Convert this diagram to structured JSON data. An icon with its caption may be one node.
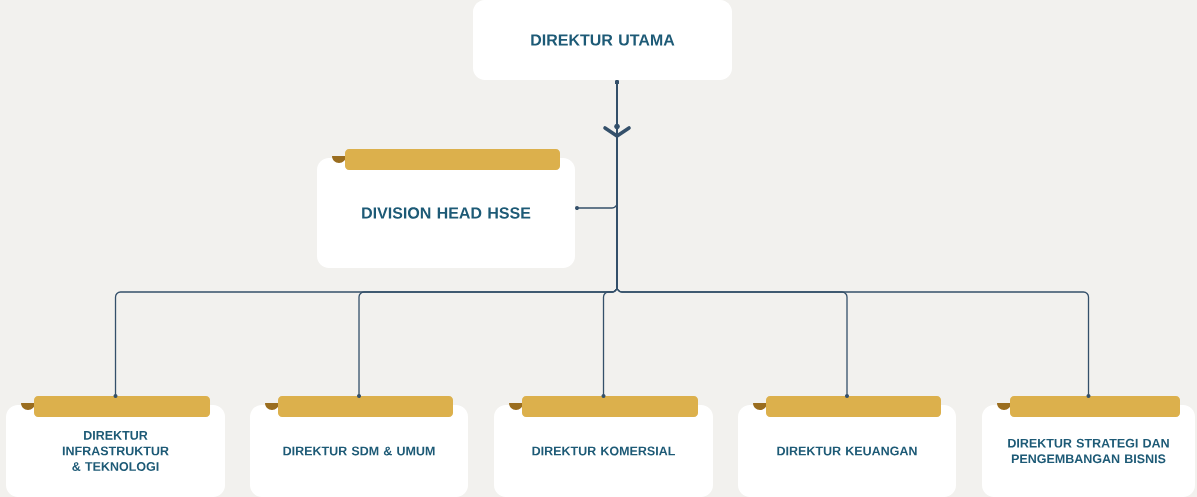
{
  "diagram": {
    "nodes": [
      {
        "text": [
          "DIREKTUR UTAMA"
        ]
      },
      {
        "text": [
          "DIVISION HEAD HSSE"
        ]
      },
      {
        "text": [
          "DIREKTUR INFRASTRUKTUR & TEKNOLOGI"
        ]
      },
      {
        "text": [
          "DIREKTUR SDM & UMUM"
        ]
      },
      {
        "text": [
          "DIREKTUR KOMERSIAL"
        ]
      },
      {
        "text": [
          "DIREKTUR KEUANGAN"
        ]
      },
      {
        "text": [
          "DIREKTUR STRATEGI DAN PENGEMBANGAN BISNIS"
        ]
      }
    ],
    "edges": [
      {
        "from": 0,
        "to": 1,
        "arrow": "to"
      },
      {
        "from": 0,
        "to": 2,
        "arrow": "to"
      },
      {
        "from": 0,
        "to": 3,
        "arrow": "to"
      },
      {
        "from": 0,
        "to": 4,
        "arrow": "to"
      },
      {
        "from": 0,
        "to": 5,
        "arrow": "to"
      },
      {
        "from": 0,
        "to": 6,
        "arrow": "to"
      }
    ]
  }
}
